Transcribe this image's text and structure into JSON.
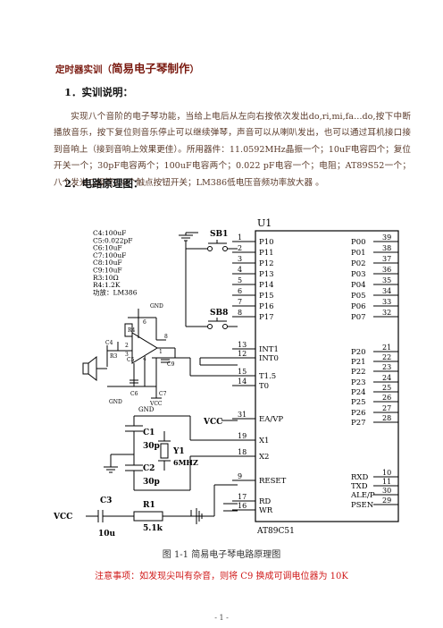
{
  "title": {
    "prefix": "定时器实训（",
    "main": "简易电子琴制作",
    "suffix": "）"
  },
  "section1": {
    "heading": "1．实训说明：",
    "body": "实现八个音阶的电子琴功能，当给上电后从左向右按依次发出do,ri,mi,fa…do,按下中断播放音乐，按下复位则音乐停止可以继续弹琴，声音可以从喇叭发出，也可以通过耳机接口接到音响上（接到音响上效果更佳）。所用器件：11.0592MHz晶振一个；10uF电容四个；复位开关一个；30pF电容两个；100uF电容两个；0.022 pF电容一个；电阻；AT89S52一个；八个发光二极管；8个触点按钮开关；LM386低电压音频功率放大器 。"
  },
  "section2": {
    "heading": "2．电路原理图："
  },
  "schematic": {
    "parts_list": [
      "C4:100uF",
      "C5:0.022pF",
      "C6:10uF",
      "C7:100uF",
      "C8:10uF",
      "C9:10uF",
      "R3:10Ω",
      "R4:1.2K",
      "功放：LM386"
    ],
    "chip_ref": "U1",
    "chip_name": "AT89C51",
    "left_pins": [
      {
        "num": "1",
        "name": "P10"
      },
      {
        "num": "2",
        "name": "P11"
      },
      {
        "num": "3",
        "name": "P12"
      },
      {
        "num": "4",
        "name": "P13"
      },
      {
        "num": "5",
        "name": "P14"
      },
      {
        "num": "6",
        "name": "P15"
      },
      {
        "num": "7",
        "name": "P16"
      },
      {
        "num": "8",
        "name": "P17"
      },
      {
        "num": "13",
        "name": "INT1"
      },
      {
        "num": "12",
        "name": "INT0"
      },
      {
        "num": "15",
        "name": "T1.5"
      },
      {
        "num": "14",
        "name": "T0"
      },
      {
        "num": "31",
        "name": "EA/VP"
      },
      {
        "num": "19",
        "name": "X1"
      },
      {
        "num": "18",
        "name": "X2"
      },
      {
        "num": "9",
        "name": "RESET"
      },
      {
        "num": "17",
        "name": "RD"
      },
      {
        "num": "16",
        "name": "WR"
      }
    ],
    "right_pins": [
      {
        "num": "39",
        "name": "P00"
      },
      {
        "num": "38",
        "name": "P01"
      },
      {
        "num": "37",
        "name": "P02"
      },
      {
        "num": "36",
        "name": "P03"
      },
      {
        "num": "35",
        "name": "P04"
      },
      {
        "num": "34",
        "name": "P05"
      },
      {
        "num": "33",
        "name": "P06"
      },
      {
        "num": "32",
        "name": "P07"
      },
      {
        "num": "21",
        "name": "P20"
      },
      {
        "num": "22",
        "name": "P21"
      },
      {
        "num": "23",
        "name": "P22"
      },
      {
        "num": "24",
        "name": "P23"
      },
      {
        "num": "25",
        "name": "P24"
      },
      {
        "num": "26",
        "name": "P25"
      },
      {
        "num": "27",
        "name": "P26"
      },
      {
        "num": "28",
        "name": "P27"
      },
      {
        "num": "10",
        "name": "RXD"
      },
      {
        "num": "11",
        "name": "TXD"
      },
      {
        "num": "30",
        "name": "ALE/P"
      },
      {
        "num": "29",
        "name": "PSEN"
      }
    ],
    "sb1": "SB1",
    "sb8": "SB8",
    "vcc": "VCC",
    "gnd": "GND",
    "c1": "C1",
    "c1_val": "30p",
    "c2": "C2",
    "c2_val": "30p",
    "y1": "Y1",
    "y1_val": "6MHZ",
    "c3": "C3",
    "c3_val": "10u",
    "r1": "R1",
    "r1_val": "5.1k",
    "amp_labels": [
      "C4",
      "C5",
      "C6",
      "C7",
      "C9",
      "R3",
      "R4",
      "6",
      "4",
      "2",
      "3",
      "8",
      "1"
    ]
  },
  "figure_caption": "图 1-1  简易电子琴电路原理图",
  "note": "注意事项：如发现尖叫有杂音，则将 C9 换成可调电位器为 10K",
  "page_number": "- 1 -"
}
